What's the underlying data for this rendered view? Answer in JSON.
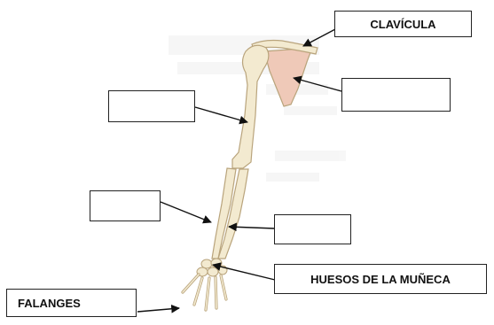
{
  "labels": {
    "clavicle": "CLAVÍCULA",
    "scapula": "",
    "humerus": "",
    "ulna": "",
    "radius": "",
    "wrist": "HUESOS DE LA MUÑECA",
    "phalanges": "FALANGES"
  },
  "colors": {
    "bone_fill": "#f3ead0",
    "bone_stroke": "#b9a47c",
    "scapula_fill": "#efc9b8",
    "line": "#111111"
  }
}
